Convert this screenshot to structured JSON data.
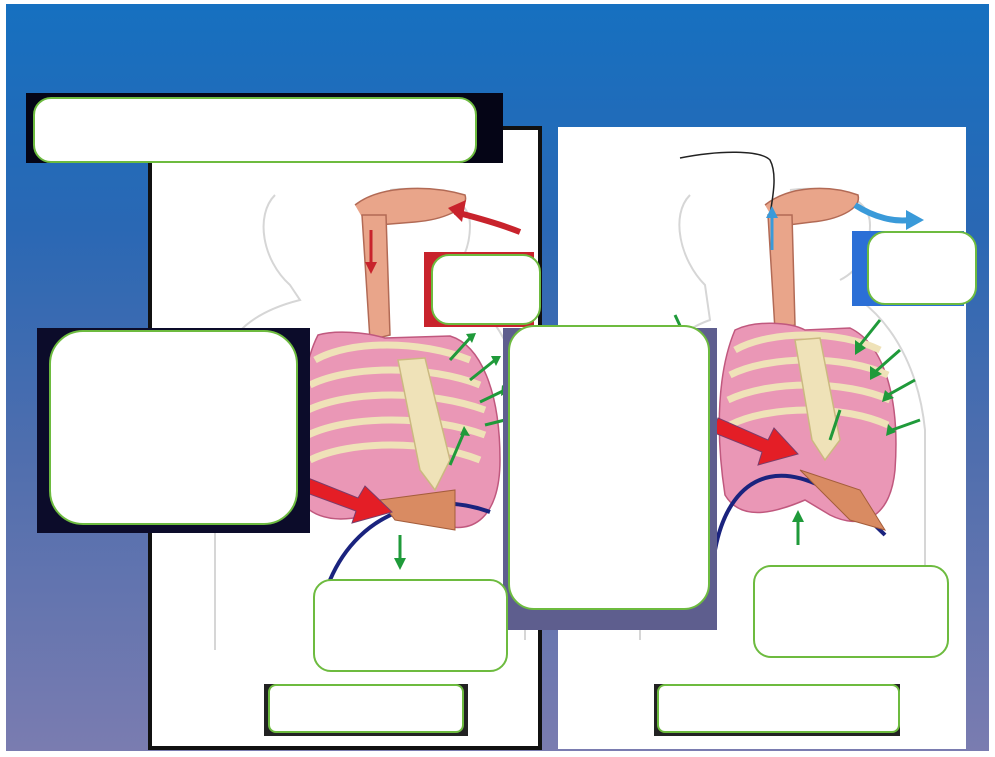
{
  "slide": {
    "title_label": "",
    "left_panel": {
      "label_top": "",
      "label_left": "",
      "label_bottom": "",
      "caption": ""
    },
    "right_panel": {
      "label_top": "",
      "label_middle": "",
      "label_bottom": "",
      "caption": ""
    }
  },
  "colors": {
    "background_top": "#1670c0",
    "background_bottom": "#7a7cb0",
    "label_border": "#6dbb3f",
    "inhale_arrow": "#c8232c",
    "exhale_arrow": "#3a9ad9",
    "muscle_arrow": "#1f9a3a",
    "lung": "#e98fb0",
    "rib": "#efe2b8",
    "diaphragm": "#1a237e"
  },
  "icons": [
    "airflow-in-arrow",
    "airflow-out-arrow",
    "rib-movement-arrows",
    "diaphragm-movement-arrow"
  ]
}
